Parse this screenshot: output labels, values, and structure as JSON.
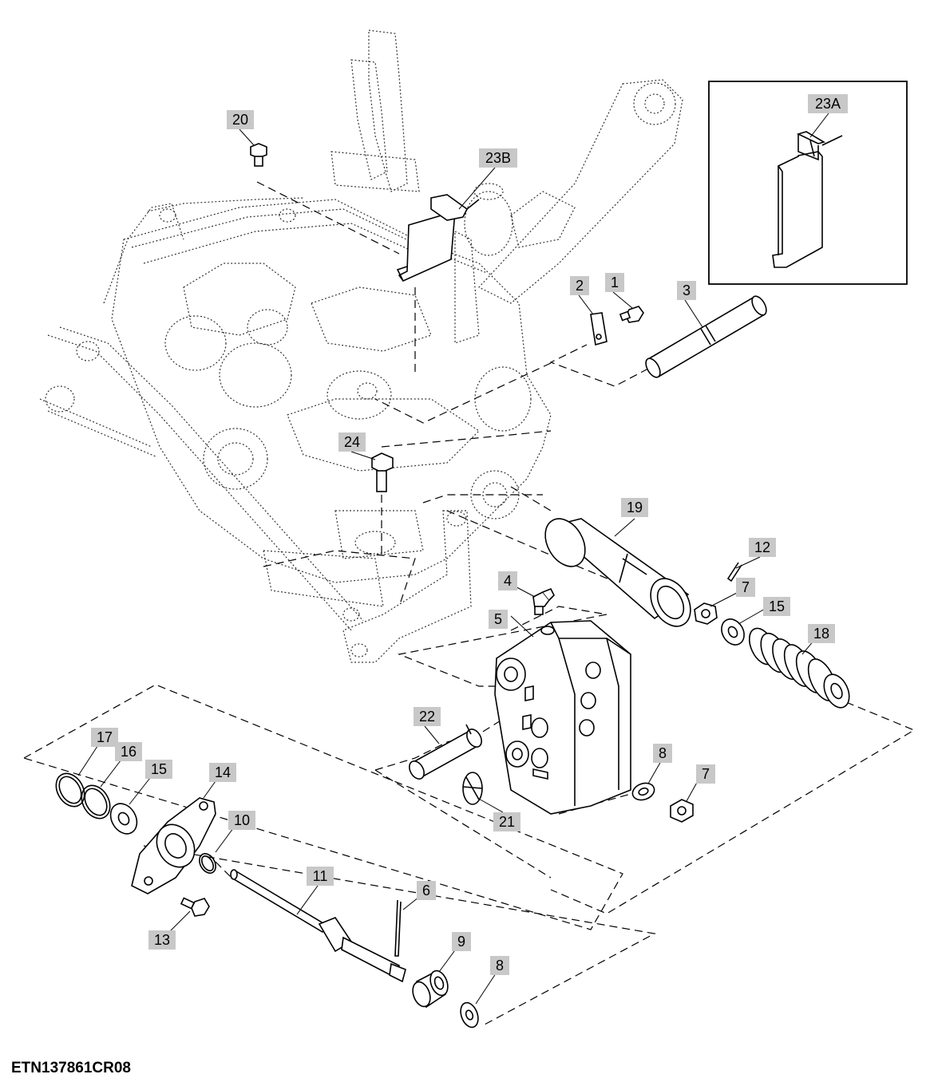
{
  "figure_code": "ETN137861CR08",
  "inset_label": "23A",
  "callouts": [
    {
      "id": "c20",
      "label": "20"
    },
    {
      "id": "c23b",
      "label": "23B"
    },
    {
      "id": "c23a",
      "label": "23A"
    },
    {
      "id": "c2",
      "label": "2"
    },
    {
      "id": "c1",
      "label": "1"
    },
    {
      "id": "c3",
      "label": "3"
    },
    {
      "id": "c24",
      "label": "24"
    },
    {
      "id": "c19",
      "label": "19"
    },
    {
      "id": "c12",
      "label": "12"
    },
    {
      "id": "c4",
      "label": "4"
    },
    {
      "id": "c7a",
      "label": "7"
    },
    {
      "id": "c15a",
      "label": "15"
    },
    {
      "id": "c5",
      "label": "5"
    },
    {
      "id": "c18",
      "label": "18"
    },
    {
      "id": "c22",
      "label": "22"
    },
    {
      "id": "c8a",
      "label": "8"
    },
    {
      "id": "c7b",
      "label": "7"
    },
    {
      "id": "c21",
      "label": "21"
    },
    {
      "id": "c17",
      "label": "17"
    },
    {
      "id": "c16",
      "label": "16"
    },
    {
      "id": "c15b",
      "label": "15"
    },
    {
      "id": "c14",
      "label": "14"
    },
    {
      "id": "c10",
      "label": "10"
    },
    {
      "id": "c11",
      "label": "11"
    },
    {
      "id": "c6",
      "label": "6"
    },
    {
      "id": "c13",
      "label": "13"
    },
    {
      "id": "c9",
      "label": "9"
    },
    {
      "id": "c8b",
      "label": "8"
    }
  ]
}
